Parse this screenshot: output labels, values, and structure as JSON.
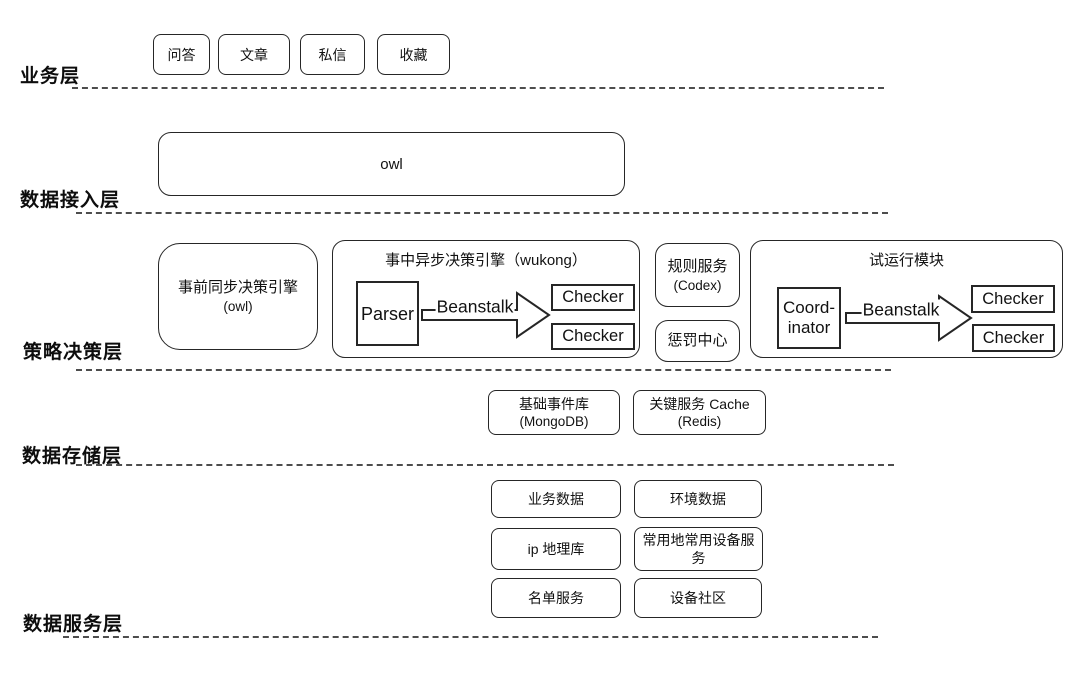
{
  "colors": {
    "border": "#262626",
    "dash": "#4d4d4d",
    "background": "#ffffff",
    "text": "#111111"
  },
  "layers": [
    {
      "label": "业务层"
    },
    {
      "label": "数据接入层"
    },
    {
      "label": "策略决策层"
    },
    {
      "label": "数据存储层"
    },
    {
      "label": "数据服务层"
    }
  ],
  "business": {
    "items": [
      "问答",
      "文章",
      "私信",
      "收藏"
    ]
  },
  "access": {
    "owl_label": "owl"
  },
  "strategy": {
    "pre_engine_line1": "事前同步决策引擎",
    "pre_engine_line2": "(owl)",
    "wukong_title": "事中异步决策引擎（wukong）",
    "parser_label": "Parser",
    "wukong_beanstalk": "Beanstalk",
    "wukong_checker_top": "Checker",
    "wukong_checker_bottom": "Checker",
    "codex_line1": "规则服务",
    "codex_line2": "(Codex)",
    "punish_label": "惩罚中心",
    "trial_title": "试运行模块",
    "coordinator_line1": "Coord-",
    "coordinator_line2": "inator",
    "trial_beanstalk": "Beanstalk",
    "trial_checker_top": "Checker",
    "trial_checker_bottom": "Checker"
  },
  "storage": {
    "mongo_line1": "基础事件库",
    "mongo_line2": "(MongoDB)",
    "redis_line1": "关键服务 Cache",
    "redis_line2": "(Redis)"
  },
  "service": {
    "items": [
      "业务数据",
      "环境数据",
      "ip 地理库",
      "常用地常用设备服务",
      "名单服务",
      "设备社区"
    ]
  }
}
